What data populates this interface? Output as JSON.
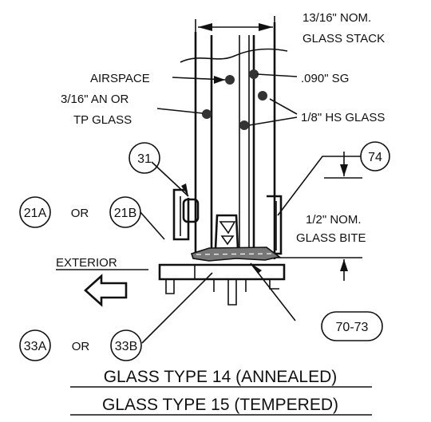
{
  "labels": {
    "stack_line1": "13/16\" NOM.",
    "stack_line2": "GLASS STACK",
    "airspace": "AIRSPACE",
    "sg": ".090\" SG",
    "an_line1": "3/16\" AN OR",
    "an_line2": "TP GLASS",
    "hs": "1/8\" HS GLASS",
    "bite_line1": "1/2\" NOM.",
    "bite_line2": "GLASS BITE",
    "exterior": "EXTERIOR",
    "or_21": "OR",
    "or_33": "OR"
  },
  "callouts": {
    "c31": "31",
    "c74": "74",
    "c21a": "21A",
    "c21b": "21B",
    "c33a": "33A",
    "c33b": "33B",
    "c70": "70-73"
  },
  "titles": {
    "line1": "GLASS TYPE 14 (ANNEALED)",
    "line2": "GLASS TYPE 15 (TEMPERED)"
  }
}
